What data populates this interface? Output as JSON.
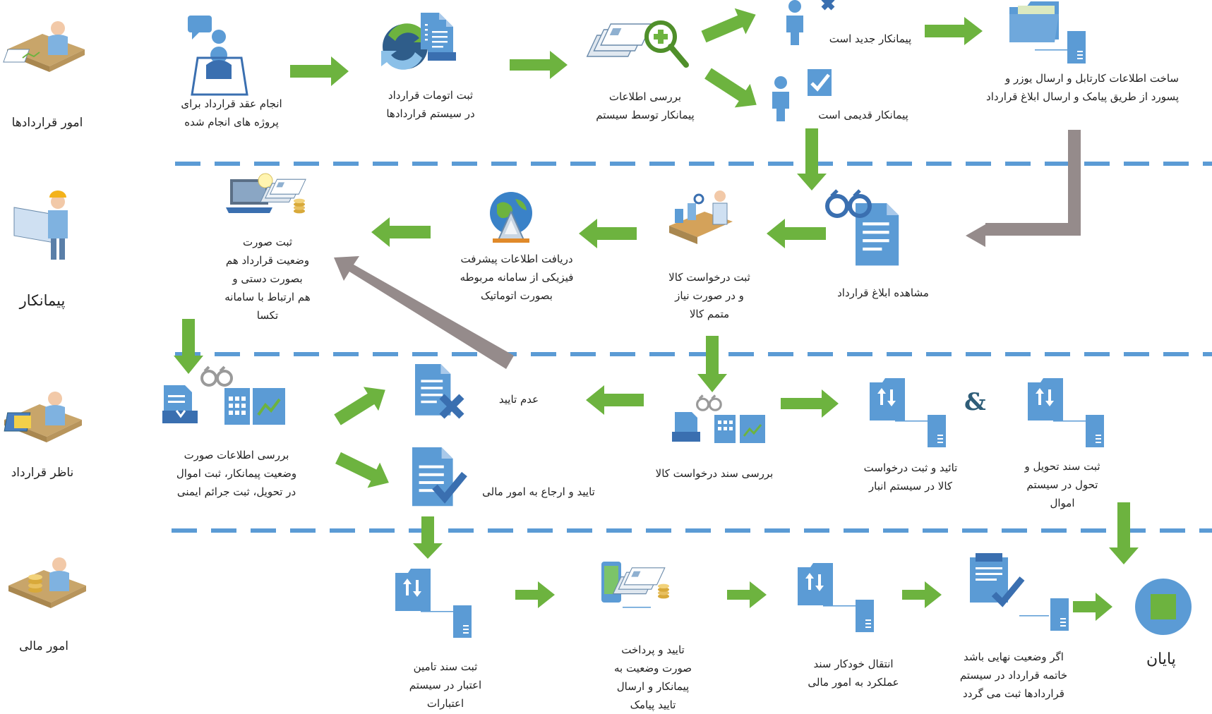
{
  "lanes": {
    "contracts": "امور قراردادها",
    "contractor": "پیمانکار",
    "supervisor": "ناظر قرارداد",
    "finance": "امور مالی"
  },
  "steps": {
    "s1": "انجام عقد قرارداد برای\nپروژه های انجام شده",
    "s2": "ثبت اتومات قرارداد\nدر سیستم قراردادها",
    "s3": "بررسی اطلاعات\nپیمانکار توسط سیستم",
    "s4": "پیمانکار جدید است",
    "s5": "پیمانکار قدیمی است",
    "s6": "ساخت اطلاعات کارتابل و ارسال یوزر و\nپسورد از طریق پیامک و ارسال ابلاغ قرارداد",
    "s7": "مشاهده ابلاغ قرارداد",
    "s8": "ثبت درخواست کالا\nو در صورت نیاز\nمتمم کالا",
    "s9": "دریافت اطلاعات پیشرفت\nفیزیکی از سامانه مربوطه\nبصورت اتوماتیک",
    "s10": "ثبت صورت\nوضعیت قرارداد هم\nبصورت دستی و\nهم ارتباط با سامانه\nتکسا",
    "s11": "بررسی اطلاعات صورت\nوضعیت پیمانکار، ثبت اموال\nدر تحویل، ثبت جرائم ایمنی",
    "s12": "عدم تایید",
    "s13": "تایید و ارجاع به امور مالی",
    "s14": "بررسی سند درخواست کالا",
    "s15": "تائید و ثبت درخواست\nکالا در سیستم انبار",
    "s16": "ثبت سند تحویل و\nتحول در سیستم\nاموال",
    "s17": "ثبت سند تامین\nاعتبار در سیستم\nاعتبارات",
    "s18": "تایید و پرداخت\nصورت وضعیت به\nپیمانکار و ارسال\nتایید پیامک",
    "s19": "انتقال خودکار  سند\nعملکرد به امور مالی",
    "s20": "اگر وضعیت نهایی باشد\nخاتمه قرارداد در سیستم\nقراردادها ثبت می گردد"
  },
  "ampersand": "&",
  "end_label": "پایان",
  "colors": {
    "green_arrow": "#6db33f",
    "gray_arrow": "#958b8b",
    "lane_divider": "#5b9bd5",
    "icon_blue": "#5b9bd5",
    "icon_dark": "#3a6fb0",
    "end_green": "#6db33f"
  }
}
